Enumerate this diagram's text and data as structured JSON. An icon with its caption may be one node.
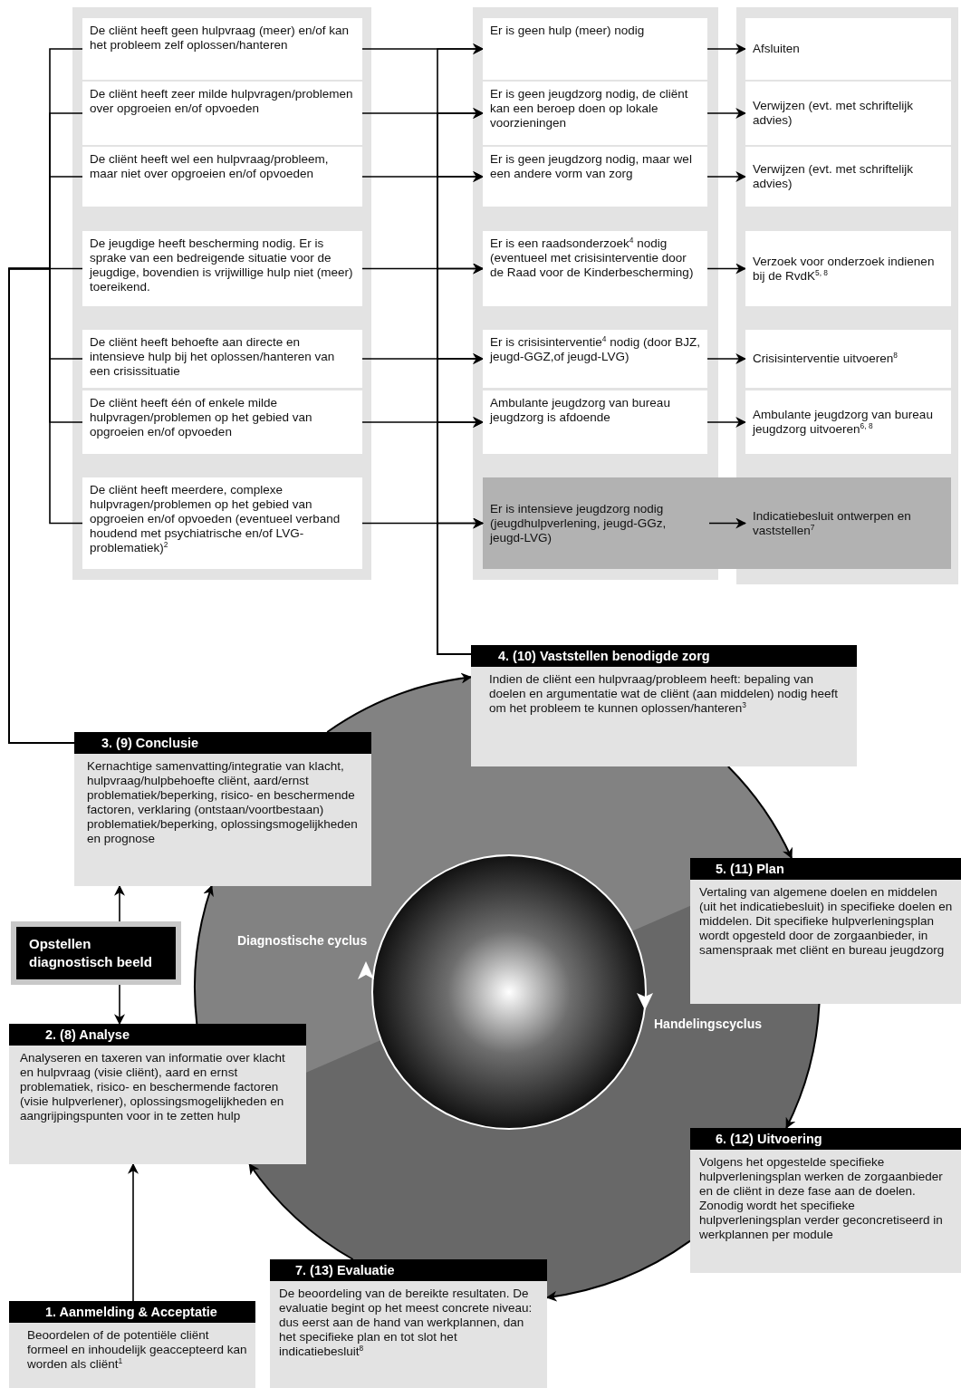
{
  "diagram": {
    "nodes": [
      {
        "text": [
          "De cliënt heeft geen hulpvraag (meer) en/of kan het probleem zelf oplossen/hanteren"
        ]
      },
      {
        "text": [
          "Er is geen hulp (meer) nodig"
        ]
      },
      {
        "text": [
          "Afsluiten"
        ]
      },
      {
        "text": [
          "De cliënt heeft zeer milde hulpvragen/problemen over opgroeien en/of opvoeden"
        ]
      },
      {
        "text": [
          "Er is geen jeugdzorg nodig, de cliënt kan een beroep doen op lokale voorzieningen"
        ]
      },
      {
        "text": [
          "Verwijzen (evt. met schriftelijk advies)"
        ]
      },
      {
        "text": [
          "De cliënt heeft wel een hulpvraag/probleem, maar niet over opgroeien en/of opvoeden"
        ]
      },
      {
        "text": [
          "Er is geen jeugdzorg nodig, maar wel een andere vorm van zorg"
        ]
      },
      {
        "text": [
          "Verwijzen (evt. met schriftelijk advies)"
        ]
      },
      {
        "text": [
          "De jeugdige heeft bescherming nodig. Er is sprake van een bedreigende situatie voor de jeugdige, bovendien is vrijwillige hulp niet (meer) toereikend."
        ]
      },
      {
        "text": [
          "Er is een raadsonderzoek$^{4}$ nodig (eventueel met crisisinterventie door de Raad voor de Kinderbescherming)"
        ]
      },
      {
        "text": [
          "Verzoek voor onderzoek indienen bij de RvdK$^{5, 8}$"
        ]
      },
      {
        "text": [
          "De cliënt heeft behoefte aan directe en intensieve hulp bij het oplossen/hanteren van een crisissituatie"
        ]
      },
      {
        "text": [
          "Er is crisisinterventie$^{4}$ nodig (door BJZ, jeugd-GGZ,of jeugd-LVG)"
        ]
      },
      {
        "text": [
          "Crisisinterventie uitvoeren$^{8}$"
        ]
      },
      {
        "text": [
          "De cliënt heeft één of enkele milde hulpvragen/problemen op het gebied van opgroeien en/of opvoeden"
        ]
      },
      {
        "text": [
          "Ambulante jeugdzorg van bureau jeugdzorg is afdoende"
        ]
      },
      {
        "text": [
          "Ambulante jeugdzorg van bureau jeugdzorg uitvoeren$^{6, 8}$"
        ]
      },
      {
        "text": [
          "De cliënt heeft meerdere, complexe hulpvragen/problemen op het gebied van opgroeien en/of opvoeden (eventueel verband houdend met psychiatrische en/of LVG-problematiek)$^{2}$"
        ]
      },
      {
        "text": [],
        "shape": "box"
      },
      {
        "text": [
          "Er is intensieve jeugdzorg nodig (jeugdhulpverlening, jeugd-GGz, jeugd-LVG)"
        ],
        "in": 19
      },
      {
        "text": [
          "Indicatiebesluit ontwerpen en vaststellen$^{7}$"
        ],
        "in": 19
      },
      {
        "text": [
          "1. Aanmelding & Acceptatie",
          "Beoordelen of de potentiële cliënt formeel en inhoudelijk geaccepteerd kan worden als cliënt$^{1}$"
        ]
      },
      {
        "text": [
          "2. (8) Analyse",
          "Analyseren en taxeren van informatie over klacht en hulpvraag (visie cliënt), aard en ernst problematiek, risico- en beschermende factoren (visie hulpverlener), oplossingsmogelijkheden en aangrijpingspunten voor in te zetten hulp"
        ]
      },
      {
        "text": [
          "Opstellen diagnostisch beeld"
        ]
      },
      {
        "text": [
          "3. (9) Conclusie",
          "Kernachtige samenvatting/integratie van klacht, hulpvraag/hulpbehoefte cliënt, aard/ernst problematiek/beperking, risico- en beschermende factoren, verklaring (ontstaan/voortbestaan) problematiek/beperking, oplossingsmogelijkheden en prognose"
        ]
      },
      {
        "text": [
          "4. (10) Vaststellen benodigde zorg",
          "Indien de cliënt een hulpvraag/probleem heeft: bepaling van doelen en argumentatie wat de cliënt (aan middelen) nodig heeft om het probleem te kunnen oplossen/hanteren$^{3}$"
        ]
      },
      {
        "text": [
          "5. (11) Plan",
          "Vertaling van algemene doelen en middelen (uit het indicatiebesluit) in specifieke doelen en middelen. Dit specifieke hulpverleningsplan wordt opgesteld door de zorgaanbieder, in samenspraak met cliënt en bureau jeugdzorg"
        ]
      },
      {
        "text": [
          "6. (12) Uitvoering",
          "Volgens het opgestelde specifieke hulpverleningsplan werken de zorgaanbieder en de cliënt in deze fase aan de doelen. Zonodig wordt het specifieke hulpverleningsplan verder geconcretiseerd in werkplannen per module"
        ]
      },
      {
        "text": [
          "7. (13) Evaluatie",
          "De beoordeling van de bereikte resultaten. De evaluatie begint op het meest concrete niveau: dus eerst aan de hand van werkplannen, dan het specifieke plan en tot slot het indicatiebesluit$^{8}$"
        ]
      }
    ],
    "edges": [
      {
        "from": 25,
        "to": 0,
        "arrow": "none"
      },
      {
        "from": 25,
        "to": 3,
        "arrow": "none"
      },
      {
        "from": 25,
        "to": 6,
        "arrow": "none"
      },
      {
        "from": 25,
        "to": 9,
        "arrow": "none"
      },
      {
        "from": 25,
        "to": 12,
        "arrow": "none"
      },
      {
        "from": 25,
        "to": 15,
        "arrow": "none"
      },
      {
        "from": 25,
        "to": 18,
        "arrow": "none"
      },
      {
        "from": 0,
        "to": 1,
        "arrow": "to"
      },
      {
        "from": 3,
        "to": 4,
        "arrow": "to"
      },
      {
        "from": 6,
        "to": 7,
        "arrow": "to"
      },
      {
        "from": 9,
        "to": 10,
        "arrow": "to"
      },
      {
        "from": 12,
        "to": 13,
        "arrow": "to"
      },
      {
        "from": 15,
        "to": 16,
        "arrow": "to"
      },
      {
        "from": 18,
        "to": 20,
        "arrow": "to"
      },
      {
        "from": 26,
        "to": 1,
        "arrow": "to"
      },
      {
        "from": 26,
        "to": 4,
        "arrow": "to"
      },
      {
        "from": 26,
        "to": 7,
        "arrow": "to"
      },
      {
        "from": 26,
        "to": 10,
        "arrow": "to"
      },
      {
        "from": 26,
        "to": 13,
        "arrow": "to"
      },
      {
        "from": 26,
        "to": 16,
        "arrow": "to"
      },
      {
        "from": 26,
        "to": 20,
        "arrow": "to"
      },
      {
        "from": 1,
        "to": 2,
        "arrow": "to"
      },
      {
        "from": 4,
        "to": 5,
        "arrow": "to"
      },
      {
        "from": 7,
        "to": 8,
        "arrow": "to"
      },
      {
        "from": 10,
        "to": 11,
        "arrow": "to"
      },
      {
        "from": 13,
        "to": 14,
        "arrow": "to"
      },
      {
        "from": 16,
        "to": 17,
        "arrow": "to"
      },
      {
        "from": 20,
        "to": 21,
        "arrow": "to"
      },
      {
        "from": 22,
        "to": 23,
        "arrow": "to"
      },
      {
        "from": 24,
        "to": 25,
        "arrow": "to"
      },
      {
        "from": 24,
        "to": 23,
        "arrow": "to"
      },
      {
        "from": 23,
        "to": 25,
        "arrow": "to"
      },
      {
        "from": 25,
        "to": 26,
        "arrow": "to"
      },
      {
        "from": 26,
        "to": 27,
        "arrow": "to"
      },
      {
        "from": 27,
        "to": 28,
        "arrow": "to"
      },
      {
        "from": 28,
        "to": 29,
        "arrow": "to"
      },
      {
        "from": 29,
        "to": 23,
        "arrow": "to"
      }
    ],
    "labels": [
      "Diagnostische cyclus",
      "Handelingscyclus"
    ]
  }
}
